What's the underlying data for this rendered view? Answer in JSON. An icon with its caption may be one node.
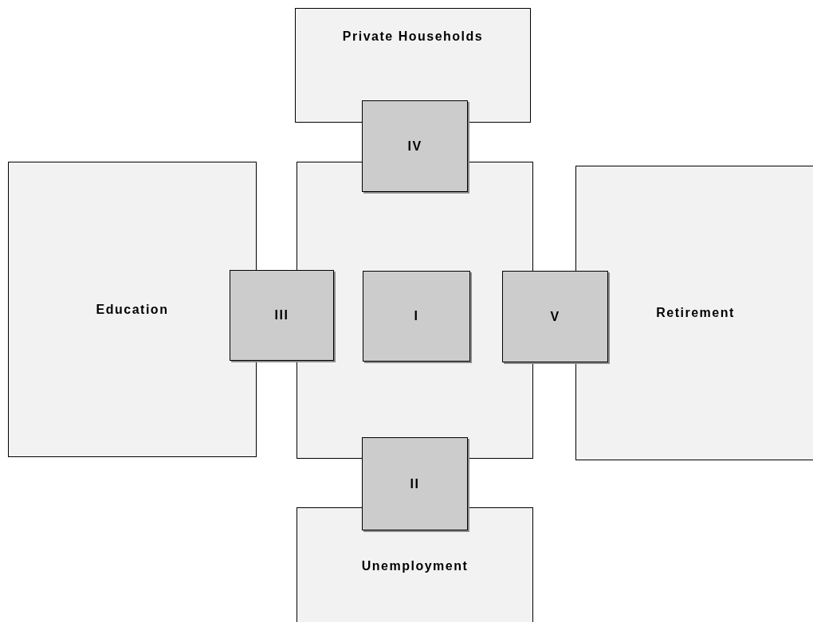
{
  "diagram": {
    "nodes": [
      {
        "text": [
          "Private Households"
        ]
      },
      {
        "text": [
          "IV"
        ]
      },
      {
        "text": [
          "Education"
        ]
      },
      {
        "text": [],
        "shape": "box"
      },
      {
        "text": [
          "III"
        ]
      },
      {
        "text": [
          "I"
        ],
        "in": 3
      },
      {
        "text": [
          "V"
        ]
      },
      {
        "text": [
          "Retirement"
        ]
      },
      {
        "text": [
          "II"
        ]
      },
      {
        "text": [
          "Unemployment"
        ]
      }
    ]
  }
}
